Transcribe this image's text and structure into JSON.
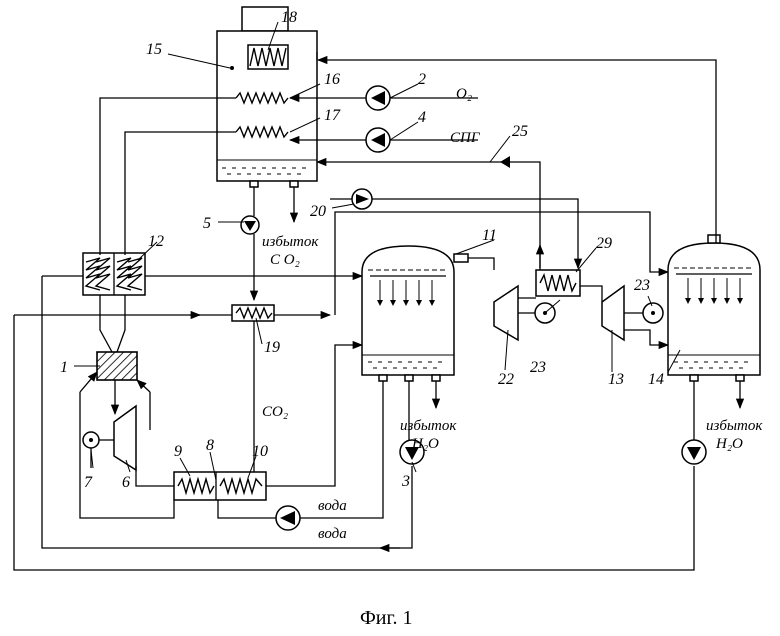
{
  "figure": {
    "caption": "Фиг. 1",
    "numbers": {
      "n1": "1",
      "n2": "2",
      "n3": "3",
      "n4": "4",
      "n5": "5",
      "n6": "6",
      "n7": "7",
      "n8": "8",
      "n9": "9",
      "n10": "10",
      "n11": "11",
      "n12": "12",
      "n13": "13",
      "n14": "14",
      "n15": "15",
      "n16": "16",
      "n17": "17",
      "n18": "18",
      "n19": "19",
      "n20": "20",
      "n22": "22",
      "n23a": "23",
      "n23b": "23",
      "n25": "25",
      "n29": "29"
    },
    "labels": {
      "o2": "O₂",
      "spg": "СПГ",
      "excess": "избыток",
      "co2_excess": "C O₂",
      "co2": "CO₂",
      "h2o_left": "H₂O",
      "h2o_right": "H₂O",
      "water_top": "вода",
      "water_bottom": "вода"
    }
  }
}
